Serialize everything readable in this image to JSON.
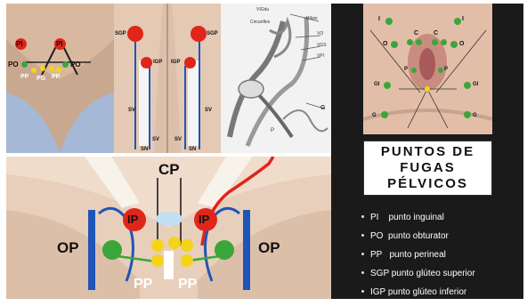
{
  "panels": {
    "front_small": {
      "labels": {
        "pi_left": "PI",
        "pi_right": "PI",
        "po_left": "PO",
        "po_right": "PO",
        "pp_left": "PP",
        "pp_right": "PP",
        "pg": "PG"
      }
    },
    "back_legs": {
      "labels": {
        "sgp_left": "SGP",
        "sgp_right": "SGP",
        "igp_left": "IGP",
        "igp_right": "IGP",
        "sv_1": "SV",
        "sv_2": "SV",
        "sv_3": "SV",
        "sv_4": "SV",
        "sn_left": "SN",
        "sn_right": "SN"
      }
    },
    "vein_drawing": {
      "labels": {
        "top_left": "VIGdu",
        "top_mid": "Circunflex",
        "top_right": "VIIeis",
        "right_1": "VO",
        "right_2": "VGS",
        "right_3": "VPI",
        "bottom_right": "G",
        "bottom": "P"
      }
    },
    "perineum_photo": {
      "labels": {
        "i_left": "I",
        "i_right": "I",
        "o_left": "O",
        "o_right": "O",
        "c_left": "C",
        "c_right": "C",
        "p_left": "P",
        "p_right": "P",
        "gi_left": "GI",
        "gi_right": "GI",
        "g_left": "G",
        "g_right": "G"
      }
    },
    "large_front": {
      "labels": {
        "cp": "CP",
        "ip_left": "IP",
        "ip_right": "IP",
        "op_left": "OP",
        "op_right": "OP",
        "pp_left": "PP",
        "pp_right": "PP"
      }
    }
  },
  "title": {
    "line1": "PUNTOS DE",
    "line2": "FUGAS",
    "line3": "PÉLVICOS"
  },
  "legend": [
    {
      "text": "PI    punto inguinal"
    },
    {
      "text": "PO  punto obturator"
    },
    {
      "text": "PP   punto perineal"
    },
    {
      "text": "SGP punto glúteo superior"
    },
    {
      "text": "IGP punto glúteo inferior"
    }
  ],
  "colors": {
    "red": "#e0251b",
    "green": "#3aa63a",
    "yellow": "#f5d319",
    "blue": "#1f55b8",
    "skin": "#e8c2a8",
    "dark_bg": "#1a1a1a"
  }
}
